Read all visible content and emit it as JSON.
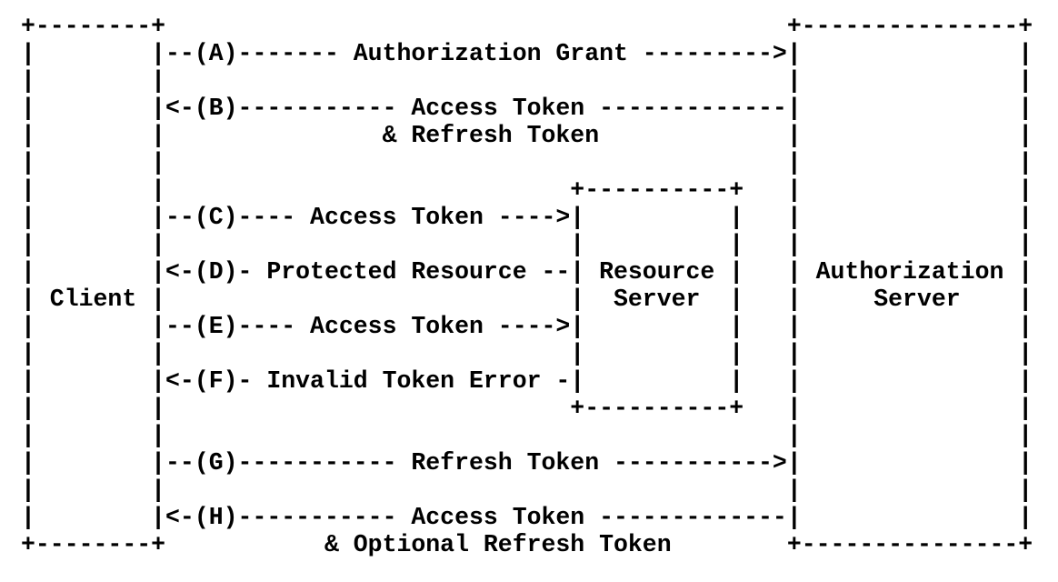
{
  "diagram": {
    "type": "ascii-sequence-flow",
    "colors": {
      "text": "#000000",
      "background": "#ffffff"
    },
    "boxes": [
      {
        "label": "Client"
      },
      {
        "label": "Resource Server"
      },
      {
        "label": "Authorization Server"
      }
    ],
    "steps": [
      {
        "id": "(A)",
        "from": "Client",
        "to": "Authorization Server",
        "label": "Authorization Grant"
      },
      {
        "id": "(B)",
        "from": "Authorization Server",
        "to": "Client",
        "label": "Access Token & Refresh Token"
      },
      {
        "id": "(C)",
        "from": "Client",
        "to": "Resource Server",
        "label": "Access Token"
      },
      {
        "id": "(D)",
        "from": "Resource Server",
        "to": "Client",
        "label": "Protected Resource"
      },
      {
        "id": "(E)",
        "from": "Client",
        "to": "Resource Server",
        "label": "Access Token"
      },
      {
        "id": "(F)",
        "from": "Resource Server",
        "to": "Client",
        "label": "Invalid Token Error"
      },
      {
        "id": "(G)",
        "from": "Client",
        "to": "Authorization Server",
        "label": "Refresh Token"
      },
      {
        "id": "(H)",
        "from": "Authorization Server",
        "to": "Client",
        "label": "Access Token & Optional Refresh Token"
      }
    ],
    "ascii_lines": [
      "+--------+                                           +---------------+",
      "|        |--(A)------- Authorization Grant --------->|               |",
      "|        |                                           |               |",
      "|        |<-(B)----------- Access Token -------------|               |",
      "|        |               & Refresh Token             |               |",
      "|        |                                           |               |",
      "|        |                            +----------+   |               |",
      "|        |--(C)---- Access Token ---->|          |   |               |",
      "|        |                            |          |   |               |",
      "|        |<-(D)- Protected Resource --| Resource |   | Authorization |",
      "| Client |                            |  Server  |   |     Server    |",
      "|        |--(E)---- Access Token ---->|          |   |               |",
      "|        |                            |          |   |               |",
      "|        |<-(F)- Invalid Token Error -|          |   |               |",
      "|        |                            +----------+   |               |",
      "|        |                                           |               |",
      "|        |--(G)----------- Refresh Token ----------->|               |",
      "|        |                                           |               |",
      "|        |<-(H)----------- Access Token -------------|               |",
      "+--------+           & Optional Refresh Token        +---------------+"
    ]
  }
}
